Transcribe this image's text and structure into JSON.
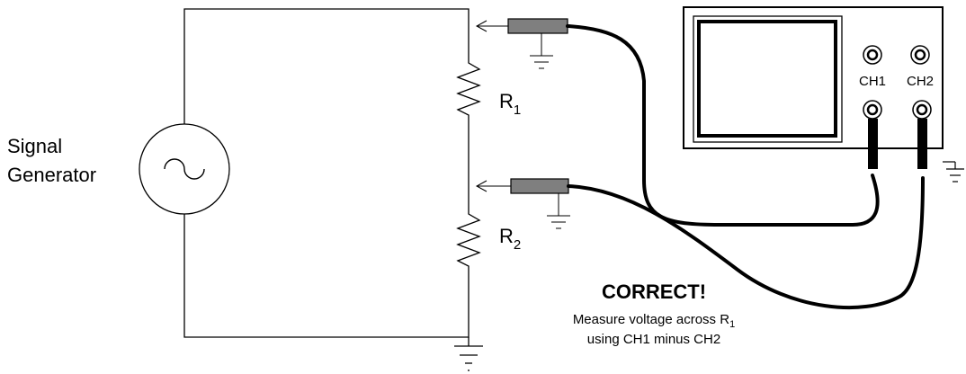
{
  "generator": {
    "label_line1": "Signal",
    "label_line2": "Generator"
  },
  "resistors": {
    "r1": {
      "letter": "R",
      "subscript": "1"
    },
    "r2": {
      "letter": "R",
      "subscript": "2"
    }
  },
  "scope": {
    "ch1_label": "CH1",
    "ch2_label": "CH2"
  },
  "note": {
    "heading": "CORRECT!",
    "line1_prefix": "Measure voltage across R",
    "line1_sub": "1",
    "line2": "using CH1 minus CH2"
  },
  "colors": {
    "wire": "#000000",
    "probe_body": "#7f7f7f",
    "background": "#ffffff"
  },
  "icons": [
    "ac-source-icon",
    "resistor-icon",
    "ground-icon",
    "probe-icon",
    "bnc-connector-icon"
  ]
}
